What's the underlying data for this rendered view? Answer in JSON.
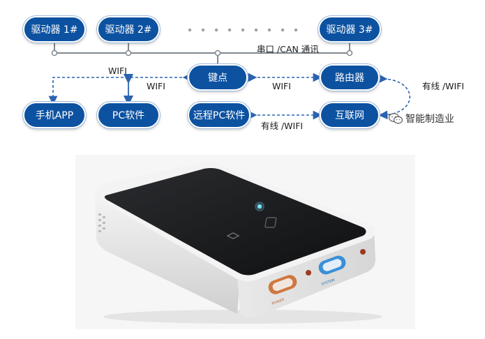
{
  "diagram": {
    "drivers": [
      "驱动器 1#",
      "驱动器 2#",
      "驱动器 3#"
    ],
    "bus_label": "串口 /CAN 通讯",
    "node_main": "键点",
    "node_router": "路由器",
    "node_phone": "手机APP",
    "node_pc": "PC软件",
    "node_remote_pc": "远程PC软件",
    "node_internet": "互联网",
    "link_wifi_top": "WIFI",
    "link_wifi_mid": "WIFI",
    "link_wifi_router": "WIFI",
    "link_wired_wifi_right": "有线 /WIFI",
    "link_wired_wifi_bottom": "有线 /WIFI"
  },
  "watermark": {
    "text": "智能制造业",
    "icon": "wechat-icon"
  },
  "product_photo": {
    "port_labels": [
      "POWER",
      "SYSTEM"
    ],
    "colors": {
      "body": "#e9e9e9",
      "top": "#1b1c1e",
      "led": "#7fe3ff",
      "port": "#d8783c",
      "usb": "#3a8fd8"
    }
  },
  "colors": {
    "node": "#0d52a1",
    "line": "#7f8890",
    "dash": "#2a63b0"
  }
}
